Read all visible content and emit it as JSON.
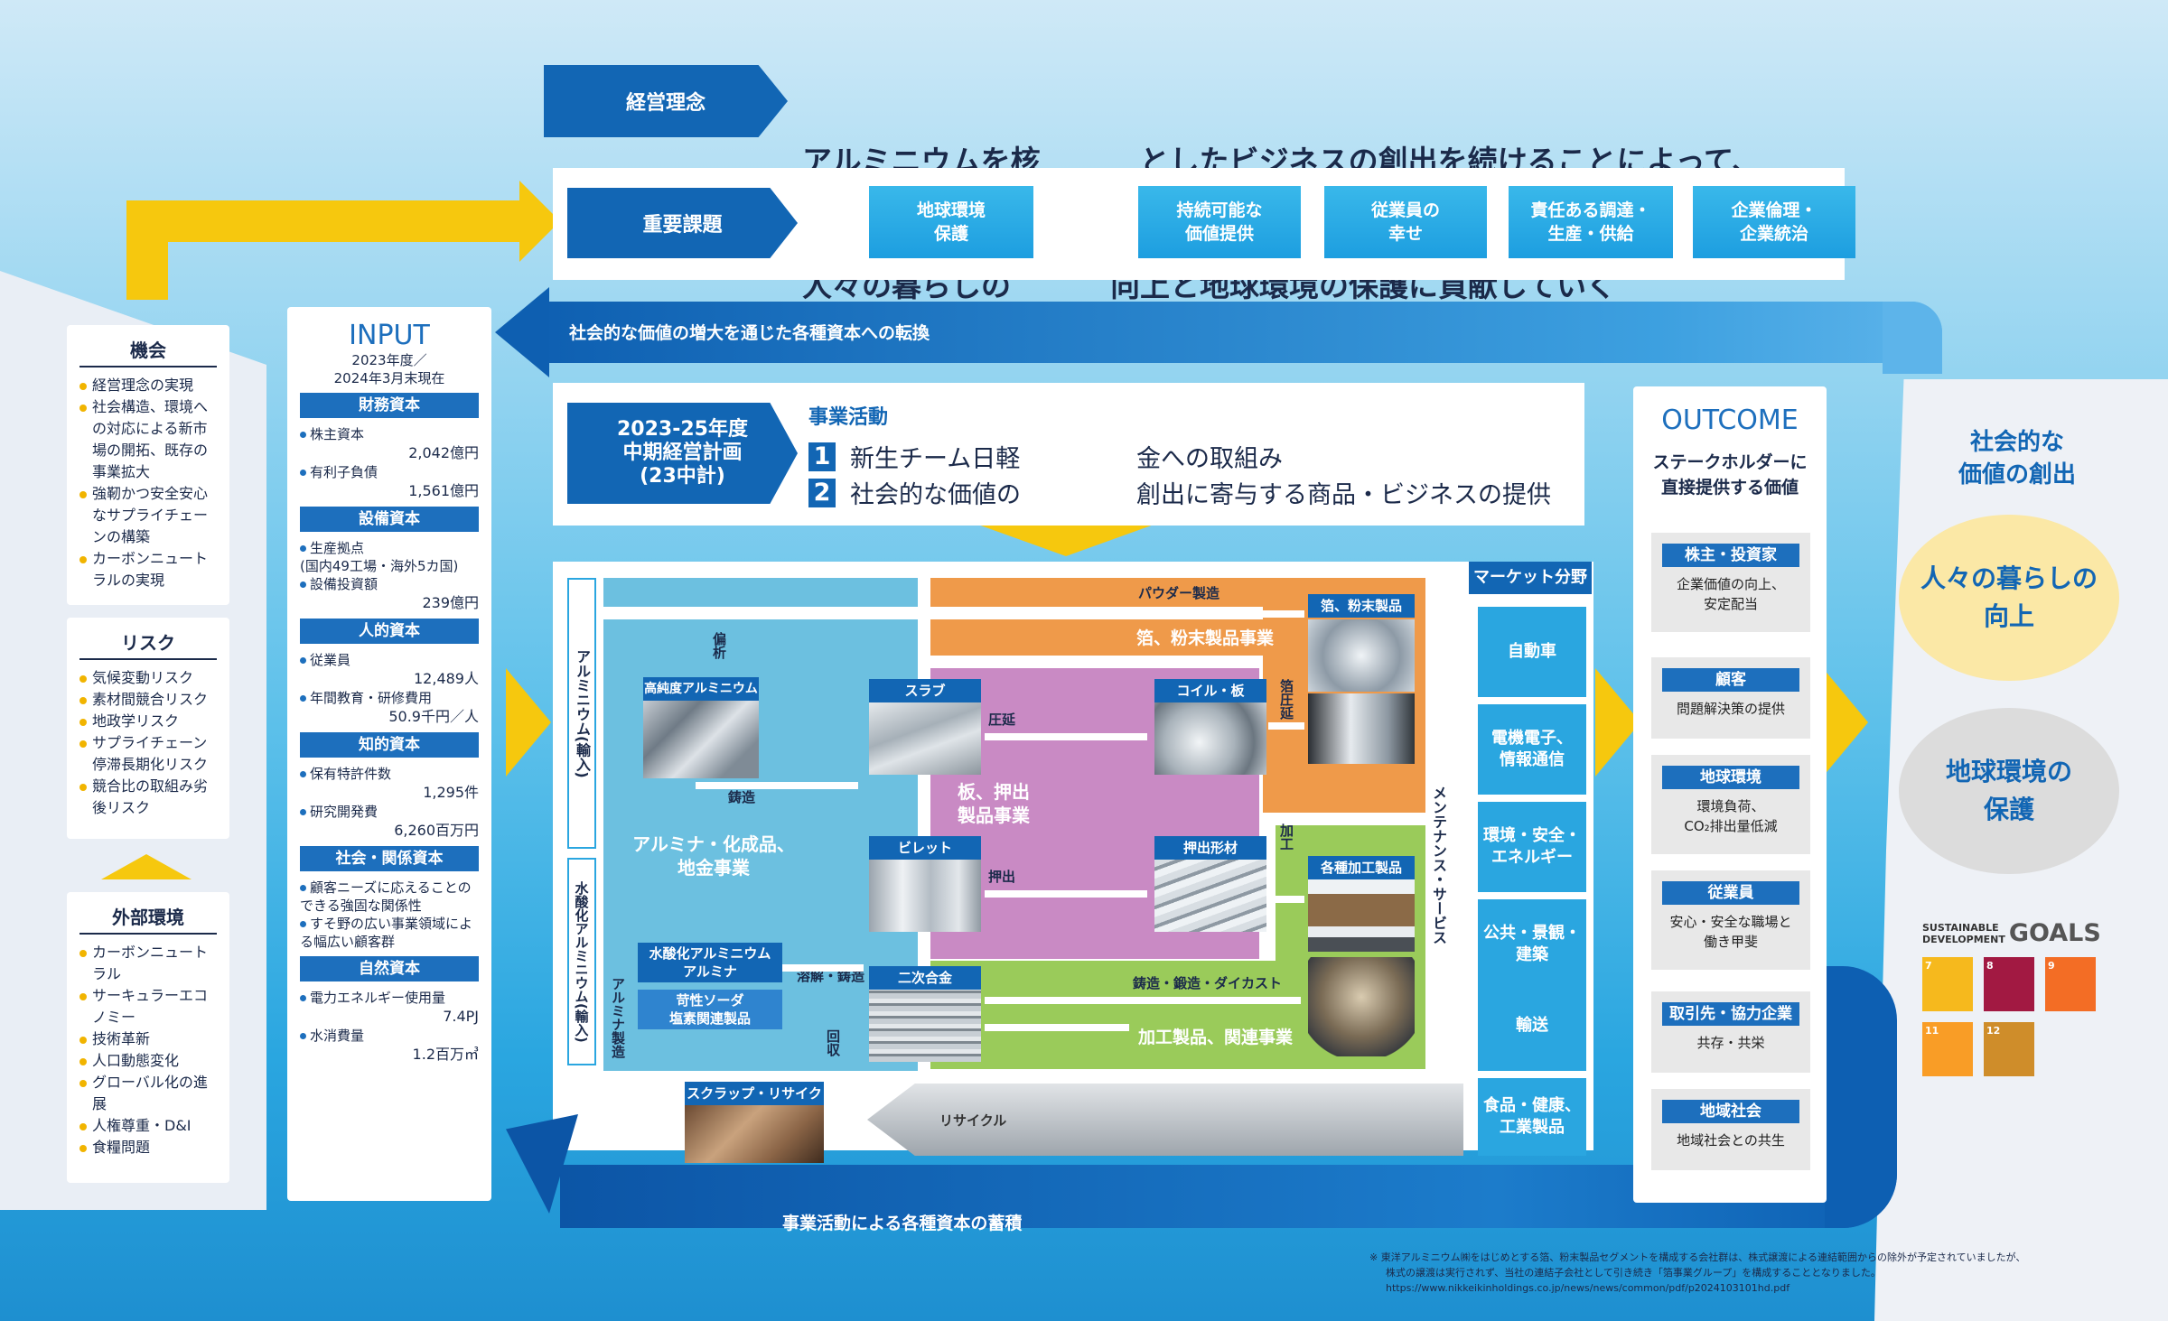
{
  "philosophy": {
    "label": "経営理念",
    "line1a": "アルミニウムを核",
    "line1b": "としたビジネスの創出を続けることによって、",
    "line2a": "人々の暮らしの",
    "line2b": "向上と地球環境の保護に貢献していく"
  },
  "issues": {
    "label": "重要課題",
    "items": [
      "地球環境\n保護",
      "持続可能な\n価値提供",
      "従業員の\n幸せ",
      "責任ある調達・\n生産・供給",
      "企業倫理・\n企業統治"
    ]
  },
  "top_arrow": "社会的な価値の増大を通じた各種資本への転換",
  "bottom_arrow": "事業活動による各種資本の蓄積",
  "opportunity": {
    "title": "機会",
    "items": [
      "経営理念の実現",
      "社会構造、環境への対応による新市場の開拓、既存の事業拡大",
      "強靭かつ安全安心なサプライチェーンの構築",
      "カーボンニュートラルの実現"
    ]
  },
  "risk": {
    "title": "リスク",
    "items": [
      "気候変動リスク",
      "素材間競合リスク",
      "地政学リスク",
      "サプライチェーン停滞長期化リスク",
      "競合比の取組み劣後リスク"
    ]
  },
  "external": {
    "title": "外部環境",
    "items": [
      "カーボンニュートラル",
      "サーキュラーエコノミー",
      "技術革新",
      "人口動態変化",
      "グローバル化の進展",
      "人権尊重・D&I",
      "食糧問題"
    ]
  },
  "input": {
    "title": "INPUT",
    "subtitle": "2023年度／\n2024年3月末現在",
    "capitals": [
      {
        "head": "財務資本",
        "items": [
          {
            "k": "株主資本",
            "v": "2,042億円"
          },
          {
            "k": "有利子負債",
            "v": "1,561億円"
          }
        ]
      },
      {
        "head": "設備資本",
        "items": [
          {
            "k": "生産拠点\n(国内49工場・海外5カ国)",
            "v": ""
          },
          {
            "k": "設備投資額",
            "v": "239億円"
          }
        ]
      },
      {
        "head": "人的資本",
        "items": [
          {
            "k": "従業員",
            "v": "12,489人"
          },
          {
            "k": "年間教育・研修費用",
            "v": "50.9千円／人"
          }
        ]
      },
      {
        "head": "知的資本",
        "items": [
          {
            "k": "保有特許件数",
            "v": "1,295件"
          },
          {
            "k": "研究開発費",
            "v": "6,260百万円"
          }
        ]
      },
      {
        "head": "社会・関係資本",
        "items": [
          {
            "k": "顧客ニーズに応えることのできる強固な関係性",
            "v": ""
          },
          {
            "k": "すそ野の広い事業領域による幅広い顧客群",
            "v": ""
          }
        ]
      },
      {
        "head": "自然資本",
        "items": [
          {
            "k": "電力エネルギー使用量",
            "v": "7.4PJ"
          },
          {
            "k": "水消費量",
            "v": "1.2百万㎥"
          }
        ]
      }
    ]
  },
  "plan": {
    "label": "2023-25年度\n中期経営計画\n(23中計)",
    "title": "事業活動",
    "items": [
      {
        "n": "1",
        "a": "新生チーム日軽",
        "b": "金への取組み"
      },
      {
        "n": "2",
        "a": "社会的な価値の",
        "b": "創出に寄与する商品・ビジネスの提供"
      }
    ]
  },
  "flow": {
    "side1": "アルミニウム(輸入)",
    "side2": "水酸化アルミニウム(輸入)",
    "side3": "アルミナ製造",
    "hp_al": "高純度アルミニウム",
    "refine": "偏析",
    "casting": "鋳造",
    "alumina_biz": "アルミナ・化成品、\n地金事業",
    "hydroxide": "水酸化アルミニウム\nアルミナ",
    "soda": "苛性ソーダ\n塩素関連製品",
    "slab": "スラブ",
    "billet": "ビレット",
    "secondary": "二次合金",
    "rolling": "圧延",
    "extrusion": "押出",
    "melt": "溶解・鋳造",
    "recover": "回収",
    "plate_biz": "板、押出\n製品事業",
    "powder": "パウダー製造",
    "foil_biz": "箔、粉末製品事業",
    "foil_prod": "箔、粉末製品",
    "foil_roll": "箔圧延",
    "coil": "コイル・板",
    "extruded": "押出形材",
    "process": "加工",
    "fab_prod": "各種加工製品",
    "forging": "鋳造・鍛造・ダイカスト",
    "fab_biz": "加工製品、関連事業",
    "scrap": "スクラップ・リサイクル",
    "recycle": "リサイクル",
    "maint": "メンテナンス・サービス"
  },
  "market": {
    "title": "マーケット分野",
    "items": [
      "自動車",
      "電機電子、\n情報通信",
      "環境・安全・\nエネルギー",
      "公共・景観・\n建築",
      "輸送",
      "食品・健康、\n工業製品"
    ]
  },
  "outcome": {
    "title": "OUTCOME",
    "subtitle": "ステークホルダーに\n直接提供する価値",
    "items": [
      {
        "h": "株主・投資家",
        "t": "企業価値の向上、\n安定配当"
      },
      {
        "h": "顧客",
        "t": "問題解決策の提供"
      },
      {
        "h": "地球環境",
        "t": "環境負荷、\nCO₂排出量低減"
      },
      {
        "h": "従業員",
        "t": "安心・安全な職場と\n働き甲斐"
      },
      {
        "h": "取引先・協力企業",
        "t": "共存・共栄"
      },
      {
        "h": "地域社会",
        "t": "地域社会との共生"
      }
    ]
  },
  "social": {
    "title": "社会的な\n価値の創出",
    "c1": "人々の暮らしの\n向上",
    "c2": "地球環境の\n保護"
  },
  "sdgs": {
    "logo_a": "SUSTAINABLE\nDEVELOPMENT",
    "logo_b": "GOALS",
    "goals": [
      {
        "n": "7",
        "color": "#f6b91d"
      },
      {
        "n": "8",
        "color": "#a21942"
      },
      {
        "n": "9",
        "color": "#f36d25"
      },
      {
        "n": "11",
        "color": "#f99d26"
      },
      {
        "n": "12",
        "color": "#cf8d2a"
      }
    ]
  },
  "footnote": {
    "l1": "※ 東洋アルミニウム㈱をはじめとする箔、粉末製品セグメントを構成する会社群は、株式譲渡による連結範囲からの除外が予定されていましたが、",
    "l2": "株式の譲渡は実行されず、当社の連結子会社として引き続き「箔事業グループ」を構成することとなりました。",
    "l3": "https://www.nikkeikinholdings.co.jp/news/news/common/pdf/p2024103101hd.pdf"
  }
}
